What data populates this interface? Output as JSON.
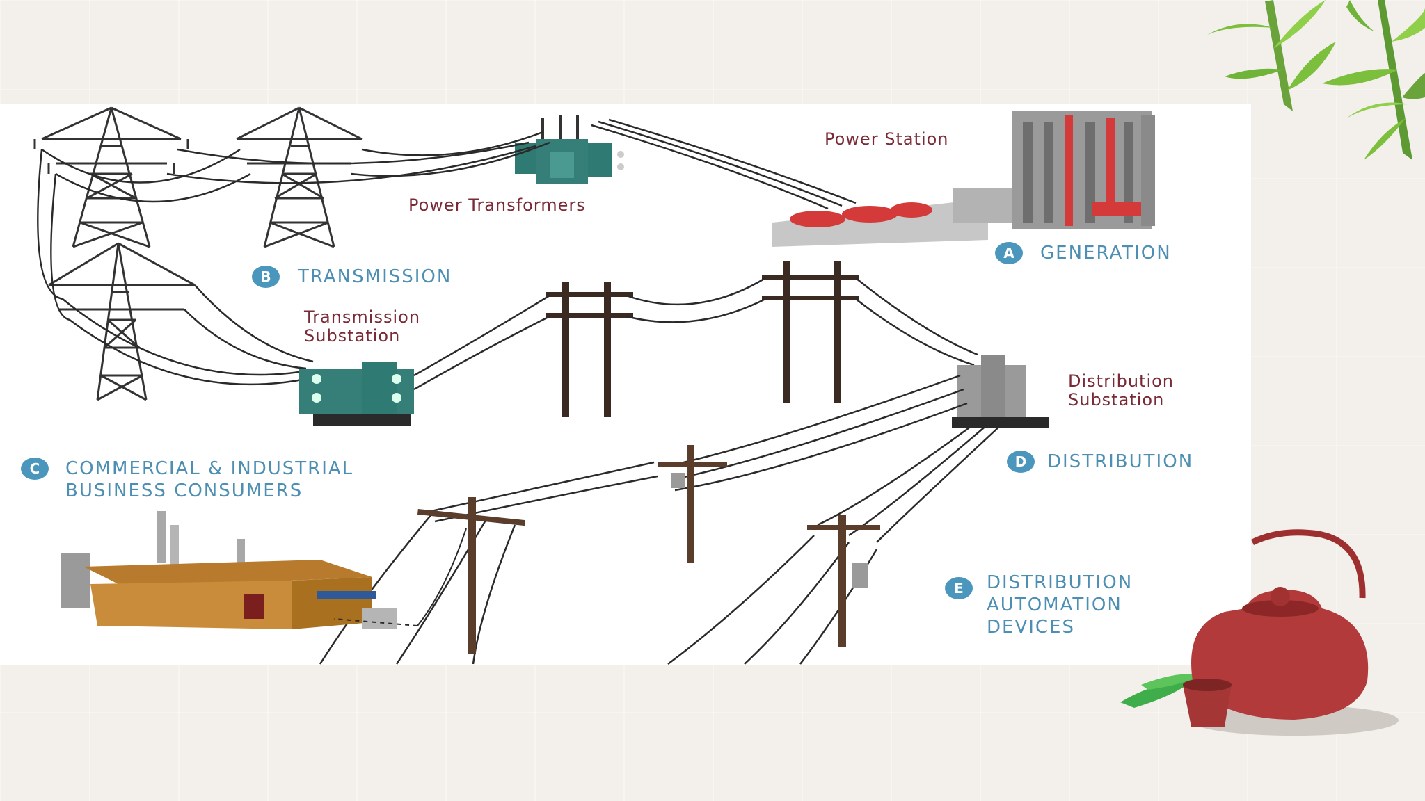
{
  "slide": {
    "labels": {
      "power_station": "Power Station",
      "power_transformers": "Power Transformers",
      "generation": "GENERATION",
      "generation_badge": "A",
      "transmission": "TRANSMISSION",
      "transmission_badge": "B",
      "transmission_substation_1": "Transmission",
      "transmission_substation_2": "Substation",
      "distribution_substation_1": "Distribution",
      "distribution_substation_2": "Substation",
      "commercial_badge": "C",
      "commercial_1": "COMMERCIAL & INDUSTRIAL",
      "commercial_2": "BUSINESS CONSUMERS",
      "distribution": "DISTRIBUTION",
      "distribution_badge": "D",
      "automation_badge": "E",
      "automation_1": "DISTRIBUTION",
      "automation_2": "AUTOMATION",
      "automation_3": "DEVICES"
    },
    "colors": {
      "label_blue": "#4c8fb3",
      "label_dark": "#7a2a36",
      "teapot": "#b23a3a",
      "leaf": "#7bbf3c"
    }
  }
}
